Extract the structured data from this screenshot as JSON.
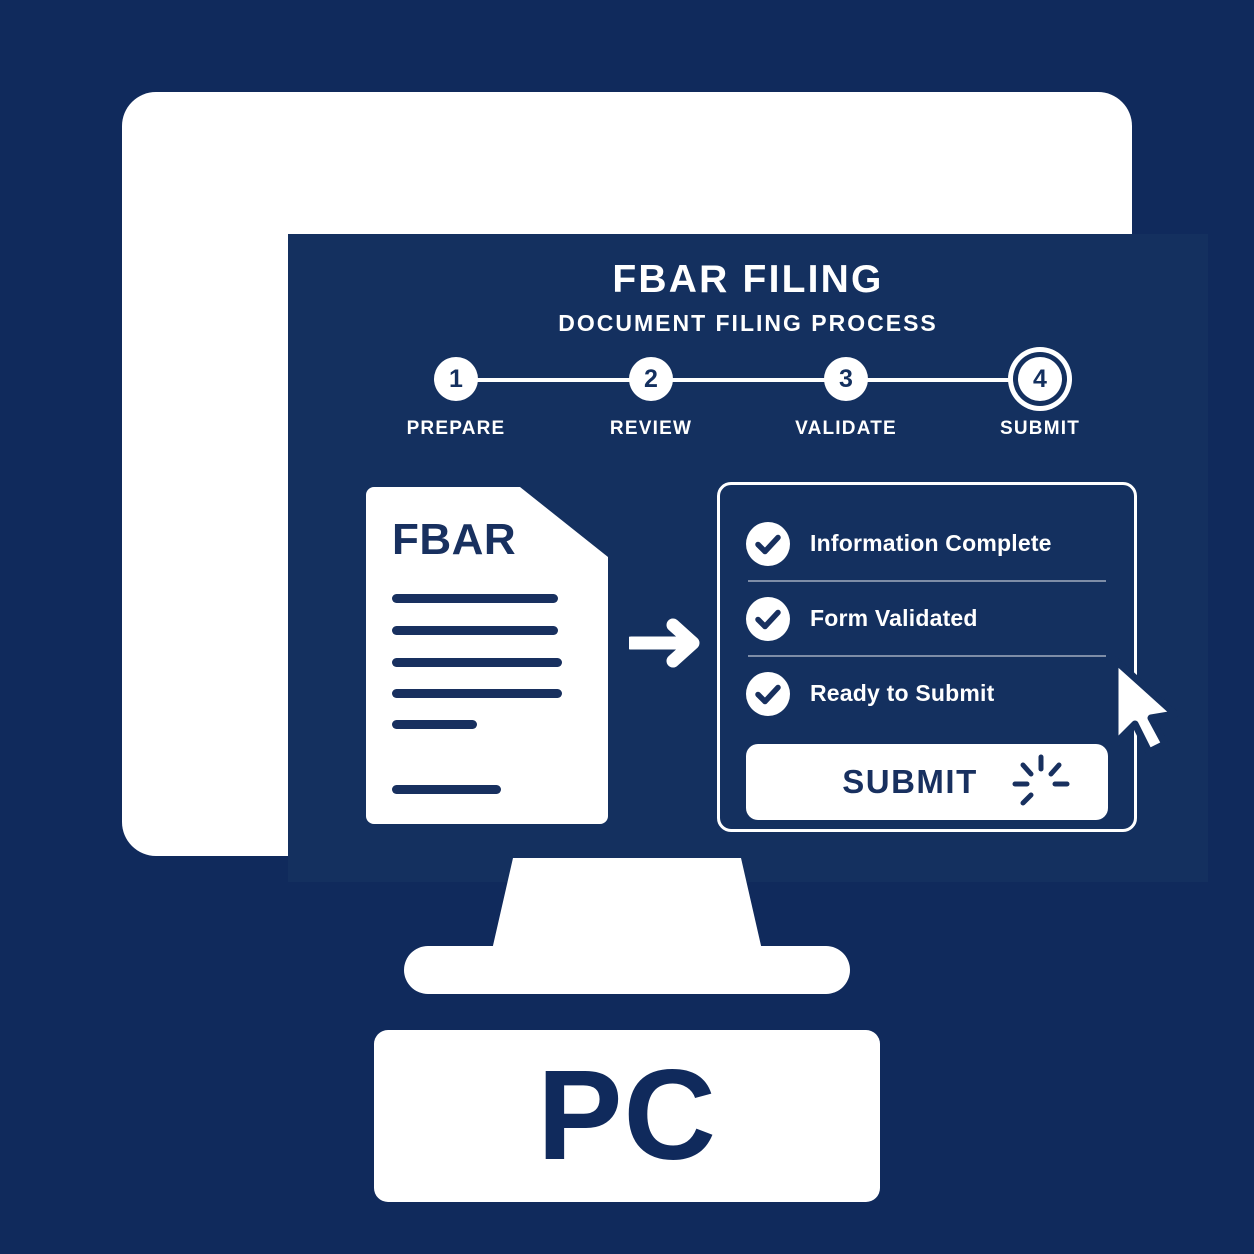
{
  "screen": {
    "title": "FBAR FILING",
    "subtitle": "DOCUMENT FILING PROCESS",
    "stepper": {
      "steps": [
        {
          "number": "1",
          "label": "PREPARE",
          "active": false
        },
        {
          "number": "2",
          "label": "REVIEW",
          "active": false
        },
        {
          "number": "3",
          "label": "VALIDATE",
          "active": false
        },
        {
          "number": "4",
          "label": "SUBMIT",
          "active": true
        }
      ]
    },
    "document": {
      "label": "FBAR",
      "icon": "document-with-folded-corner-icon",
      "text_lines": 6
    },
    "arrow": {
      "icon": "arrow-right-icon"
    },
    "checklist": {
      "items": [
        {
          "label": "Information Complete",
          "icon": "check-circle-icon",
          "checked": true
        },
        {
          "label": "Form Validated",
          "icon": "check-circle-icon",
          "checked": true
        },
        {
          "label": "Ready to Submit",
          "icon": "check-circle-icon",
          "checked": true
        }
      ],
      "submit_button": {
        "label": "SUBMIT",
        "burst_icon": "click-burst-icon"
      }
    },
    "cursor": {
      "icon": "mouse-pointer-icon"
    }
  },
  "tower": {
    "label": "PC"
  },
  "colors": {
    "background": "#102a5c",
    "screen": "#14305f",
    "chrome": "#ffffff",
    "ink": "#18305f"
  }
}
